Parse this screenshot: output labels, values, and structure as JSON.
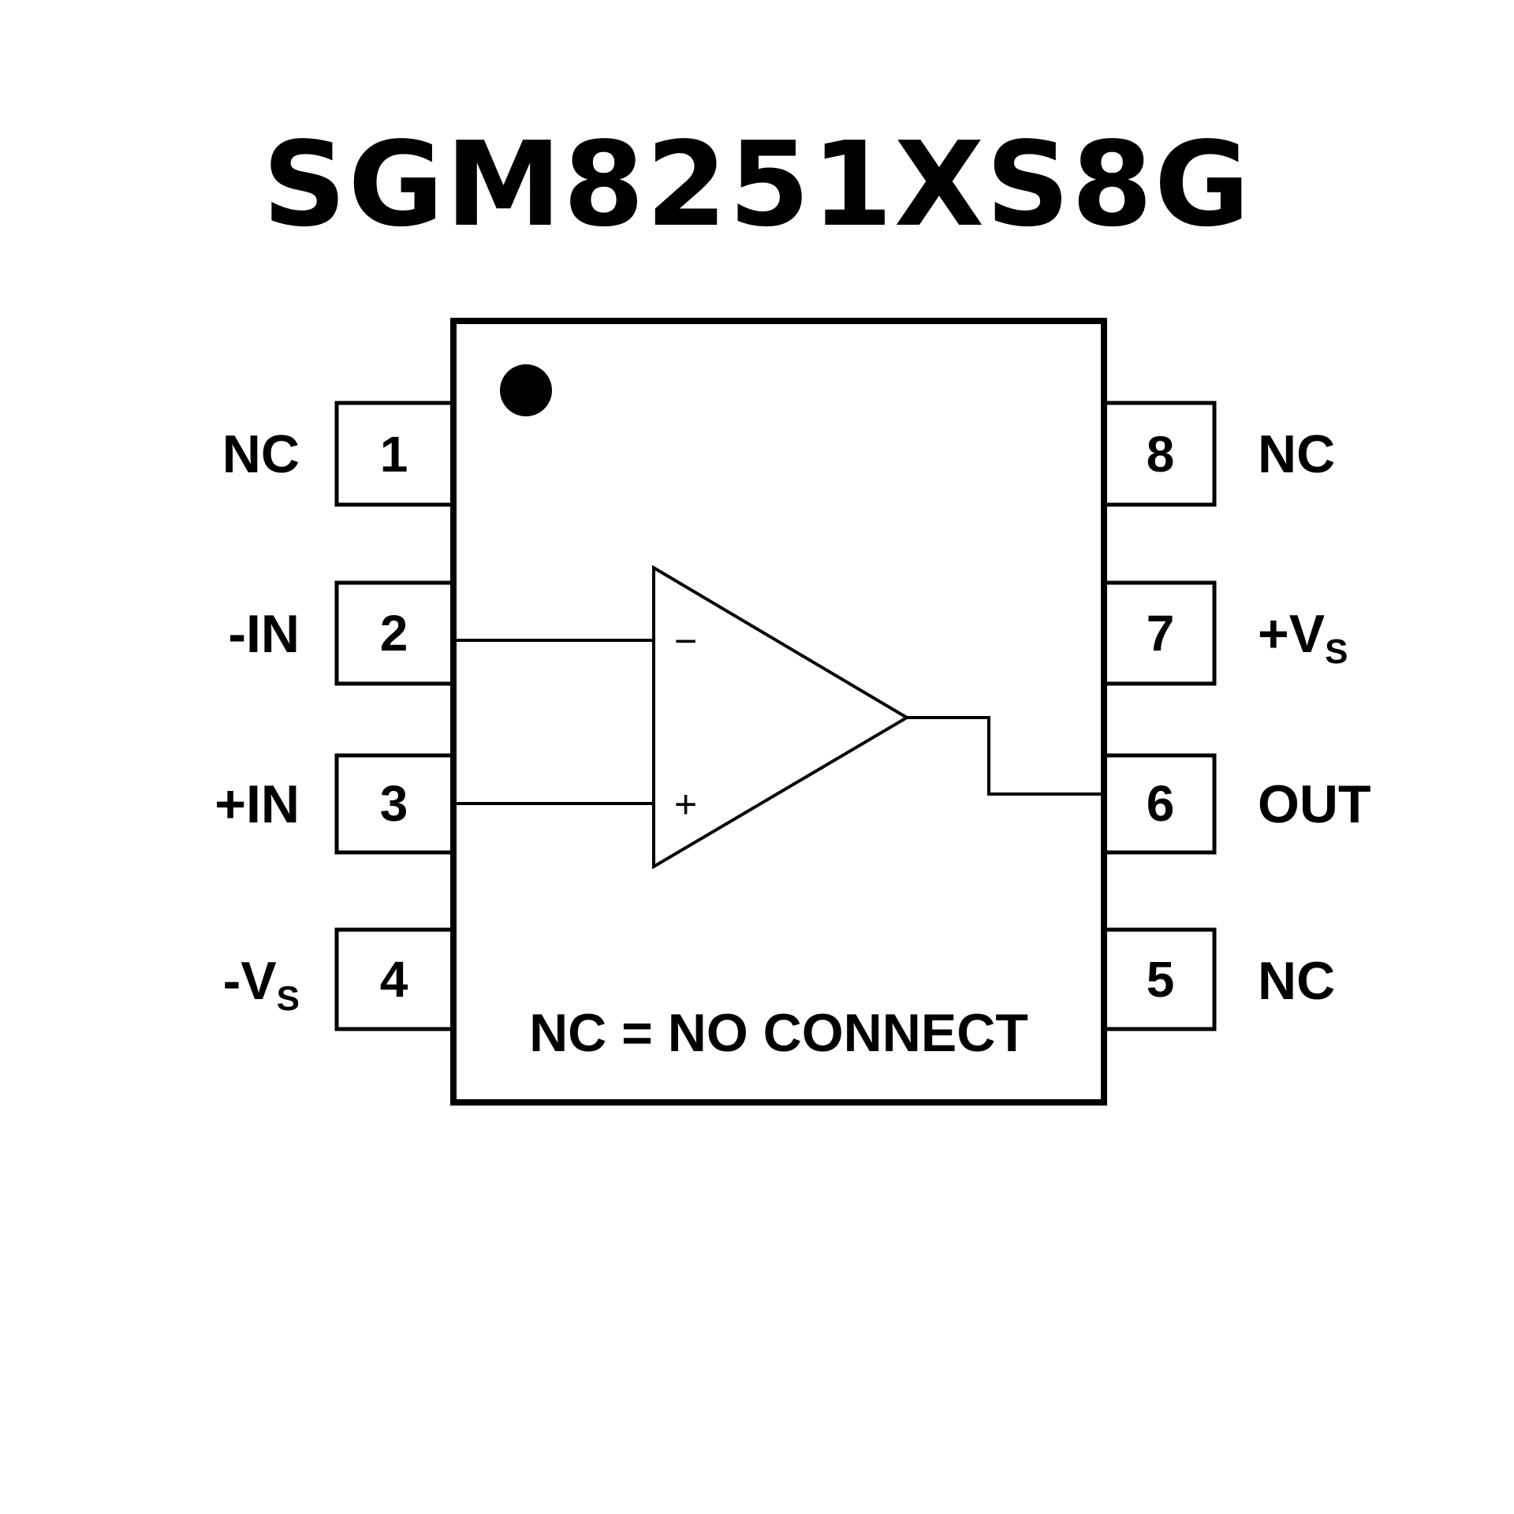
{
  "title": "SGM8251XS8G",
  "note": "NC = NO CONNECT",
  "pins": [
    {
      "number": "1",
      "label": "NC",
      "sub": ""
    },
    {
      "number": "2",
      "label": "-IN",
      "sub": ""
    },
    {
      "number": "3",
      "label": "+IN",
      "sub": ""
    },
    {
      "number": "4",
      "label": "-V",
      "sub": "S"
    },
    {
      "number": "5",
      "label": "NC",
      "sub": ""
    },
    {
      "number": "6",
      "label": "OUT",
      "sub": ""
    },
    {
      "number": "7",
      "label": "+V",
      "sub": "S"
    },
    {
      "number": "8",
      "label": "NC",
      "sub": ""
    }
  ],
  "opamp": {
    "inverting_sign": "−",
    "noninverting_sign": "+"
  }
}
